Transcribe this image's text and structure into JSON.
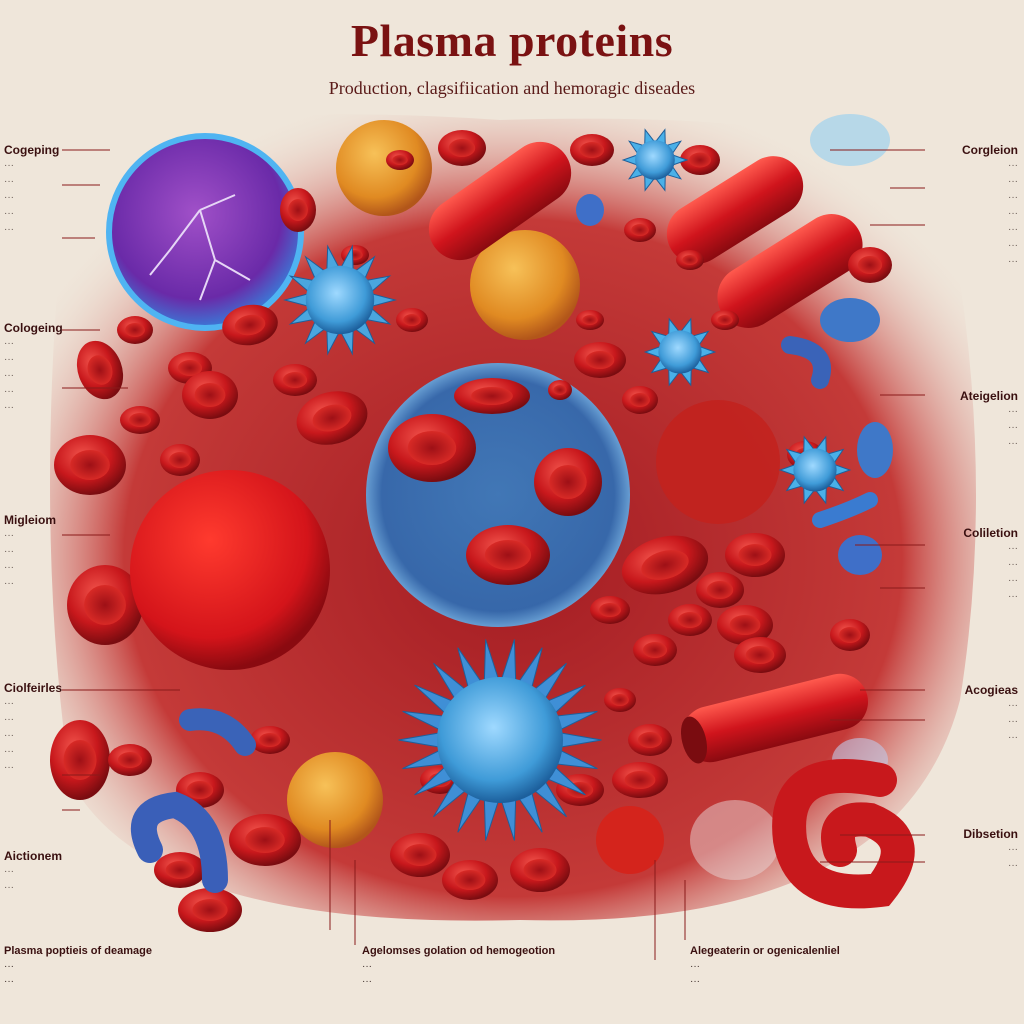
{
  "title": "Plasma proteins",
  "subtitle": "Production, clagsifiication and hemoragic diseades",
  "left_labels": [
    {
      "head": "Cogeping",
      "lines": [
        "···",
        "···",
        "···",
        "···",
        "···"
      ]
    },
    {
      "head": "Cologeing",
      "lines": [
        "···",
        "···",
        "···",
        "···",
        "···"
      ]
    },
    {
      "head": "Migleiom",
      "lines": [
        "···",
        "···",
        "···",
        "···"
      ]
    },
    {
      "head": "Ciolfeirles",
      "lines": [
        "···",
        "···",
        "···",
        "···",
        "···"
      ]
    },
    {
      "head": "Aictionem",
      "lines": [
        "···",
        "···"
      ]
    }
  ],
  "right_labels": [
    {
      "head": "Corgleion",
      "lines": [
        "···",
        "···",
        "···",
        "···",
        "···",
        "···",
        "···"
      ]
    },
    {
      "head": "Ateigelion",
      "lines": [
        "···",
        "···",
        "···"
      ]
    },
    {
      "head": "Coliletion",
      "lines": [
        "···",
        "···",
        "···",
        "···"
      ]
    },
    {
      "head": "Acogieas",
      "lines": [
        "···",
        "···",
        "···"
      ]
    },
    {
      "head": "Dibsetion",
      "lines": [
        "···",
        "···"
      ]
    }
  ],
  "bottom_labels": [
    {
      "head": "Plasma poptieis of deamage",
      "lines": [
        "···",
        "···"
      ]
    },
    {
      "head": "Agelomses golation od hemogeotion",
      "lines": [
        "···",
        "···"
      ]
    },
    {
      "head": "Alegeaterin or ogenicalenliel",
      "lines": [
        "···",
        "···"
      ]
    }
  ],
  "colors": {
    "blood_red": "#c8181c",
    "plasma_bg": "#b7292d",
    "cell_blue": "#4aa6df",
    "cell_orange": "#e89a2c",
    "background": "#efe6da"
  }
}
